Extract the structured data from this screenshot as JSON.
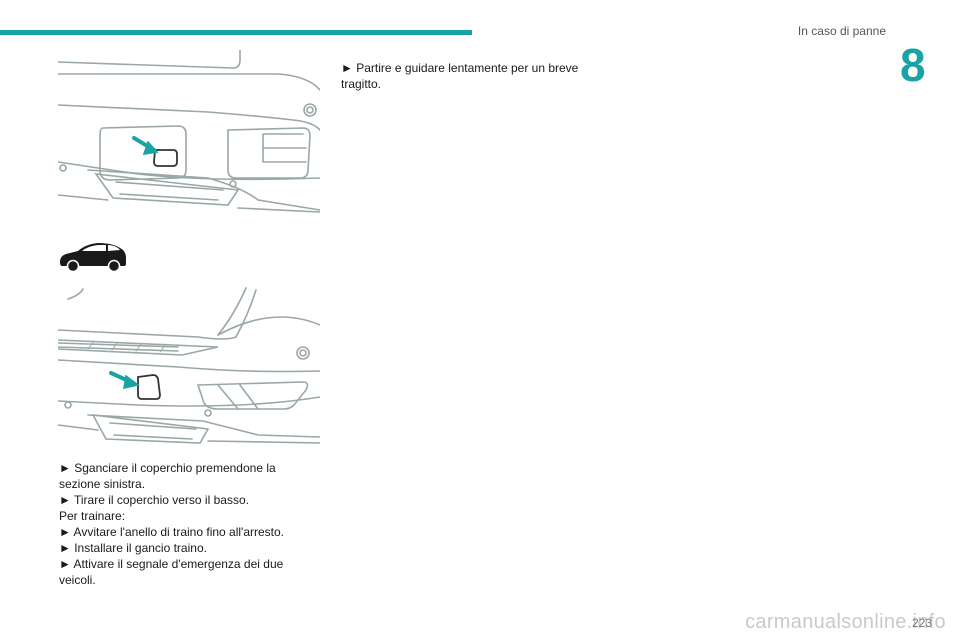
{
  "header": {
    "section_title": "In caso di panne",
    "chapter_number": "8",
    "accent_color": "#1aa3a5"
  },
  "left_column": {
    "figure_top": {
      "icon": "rear-bumper-towing-eye-cover-illustration"
    },
    "vehicle_icon": {
      "icon": "suv-car-silhouette-icon"
    },
    "figure_bottom": {
      "icon": "rear-bumper-variant-towing-eye-cover-illustration"
    },
    "paragraphs": [
      "► Sganciare il coperchio premendone la sezione sinistra.",
      "► Tirare il coperchio verso il basso.",
      "Per trainare:",
      "► Avvitare l'anello di traino fino all'arresto.",
      "► Installare il gancio traino.",
      "► Attivare il segnale d'emergenza dei due veicoli."
    ]
  },
  "right_column": {
    "paragraphs": [
      "► Partire e guidare lentamente per un breve tragitto."
    ]
  },
  "footer": {
    "page_number": "223",
    "watermark": "carmanualsonline.info"
  }
}
